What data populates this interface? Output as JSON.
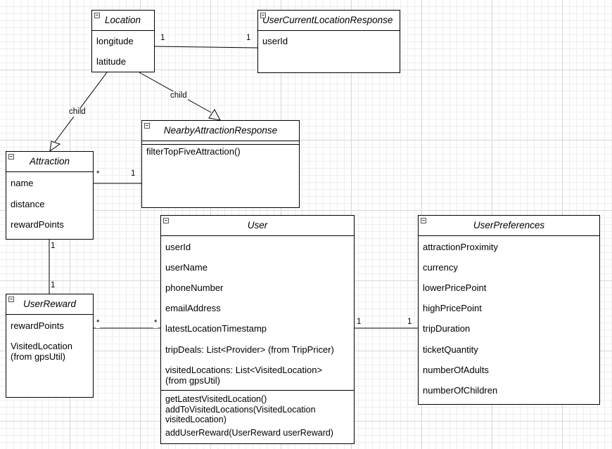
{
  "classes": {
    "location": {
      "name": "Location",
      "attributes": [
        "longitude",
        "latitude"
      ]
    },
    "user_current_location_response": {
      "name": "UserCurrentLocationResponse",
      "attributes": [
        "userId"
      ]
    },
    "nearby_attraction_response": {
      "name": "NearbyAttractionResponse",
      "methods": [
        "filterTopFiveAttraction()"
      ]
    },
    "attraction": {
      "name": "Attraction",
      "attributes": [
        "name",
        "distance",
        "rewardPoints"
      ]
    },
    "user_reward": {
      "name": "UserReward",
      "attributes": [
        "rewardPoints",
        "VisitedLocation\n(from gpsUtil)"
      ]
    },
    "user": {
      "name": "User",
      "attributes": [
        "userId",
        "userName",
        "phoneNumber",
        "emailAddress",
        "latestLocationTimestamp",
        "tripDeals: List<Provider> (from TripPricer)",
        "visitedLocations: List<VisitedLocation>\n(from gpsUtil)"
      ],
      "methods": [
        "getLatestVisitedLocation()",
        "addToVisitedLocations(VisitedLocation\nvisitedLocation)",
        "addUserReward(UserReward userReward)"
      ]
    },
    "user_preferences": {
      "name": "UserPreferences",
      "attributes": [
        "attractionProximity",
        "currency",
        "lowerPricePoint",
        "highPricePoint",
        "tripDuration",
        "ticketQuantity",
        "numberOfAdults",
        "numberOfChildren"
      ]
    }
  },
  "relations": {
    "location_response": {
      "from": "1",
      "to": "1"
    },
    "location_attraction": {
      "label": "child"
    },
    "location_nearby": {
      "label": "child"
    },
    "attraction_nearby": {
      "from": "*",
      "to": "1"
    },
    "attraction_reward": {
      "from": "1",
      "to": "1"
    },
    "reward_user": {
      "from": "*",
      "to": "*"
    },
    "user_preferences": {
      "from": "1",
      "to": "1"
    }
  },
  "colors": {
    "line": "#000000",
    "grid": "#d6d6d6",
    "background": "#ffffff"
  }
}
